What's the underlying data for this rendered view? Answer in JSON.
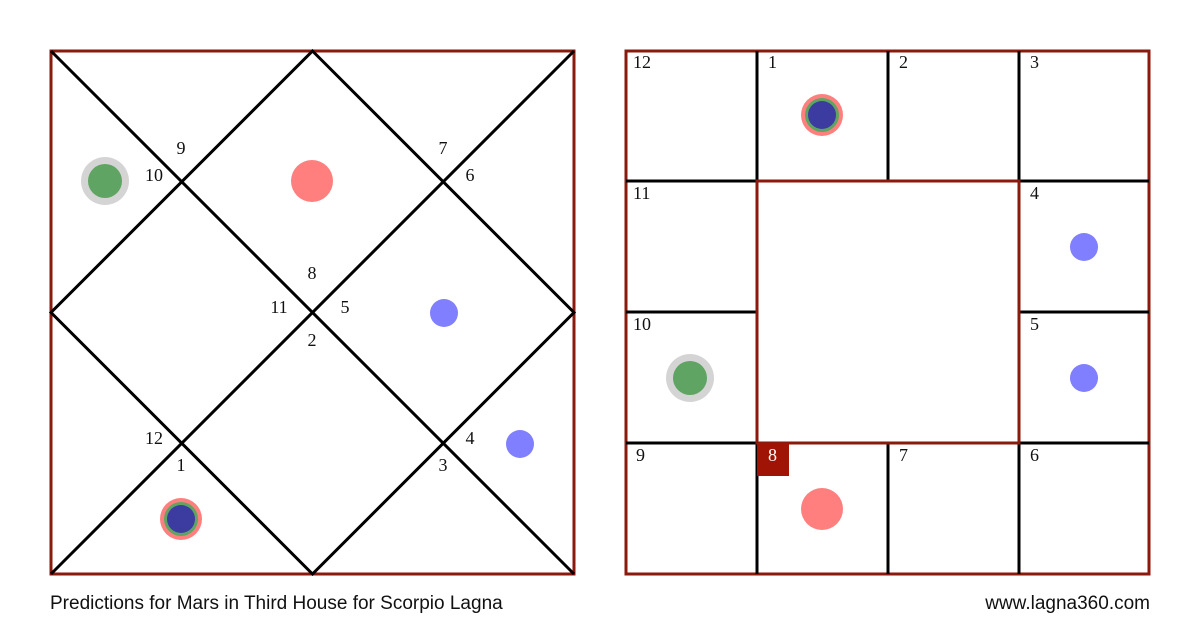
{
  "caption": "Predictions for Mars in Third House for Scorpio Lagna",
  "site": "www.lagna360.com",
  "colors": {
    "frame": "#8b1a0e",
    "lines": "#000000",
    "badge": "#a01405",
    "green_planet": "#5fa462",
    "red_planet": "#ff7f7f",
    "blue_planet": "#7f7fff",
    "navy_planet": "#3b3ba0",
    "halo_grey": "#d4d4d4"
  },
  "north_chart": {
    "house_numbers": [
      "9",
      "10",
      "7",
      "6",
      "8",
      "11",
      "5",
      "2",
      "12",
      "1",
      "4",
      "3"
    ]
  },
  "south_chart": {
    "house_numbers": [
      "12",
      "1",
      "2",
      "3",
      "11",
      "4",
      "10",
      "5",
      "9",
      "8",
      "7",
      "6"
    ],
    "highlighted_house": "8"
  }
}
